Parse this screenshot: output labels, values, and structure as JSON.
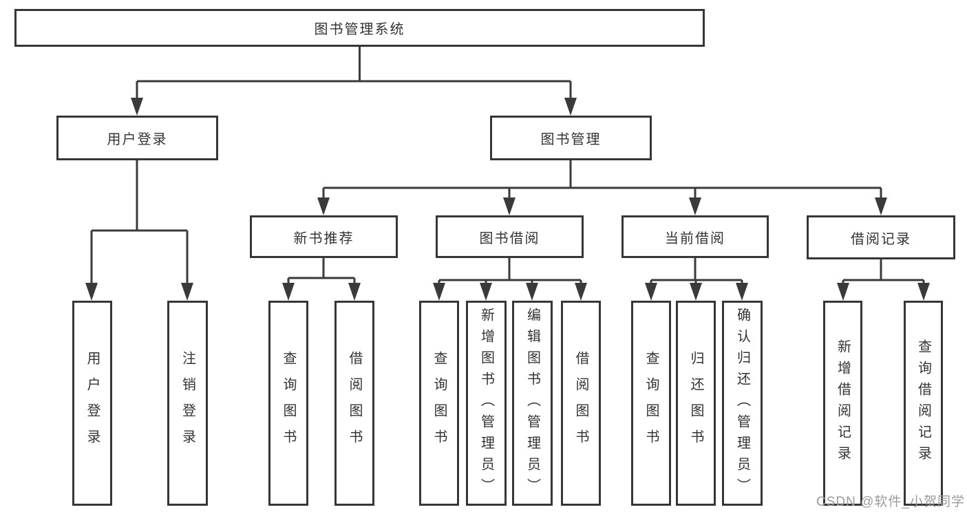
{
  "colors": {
    "background": "#ffffff",
    "box_border": "#363636",
    "connector_line": "#3a3a3a",
    "text": "#333333",
    "watermark": "#9b9b9b"
  },
  "watermark": {
    "text": "CSDN @软件_小贺同学"
  },
  "tree": {
    "root": {
      "label": "图书管理系统",
      "children": [
        {
          "label": "用户登录",
          "children": [
            {
              "label": "用户登录"
            },
            {
              "label": "注销登录"
            }
          ]
        },
        {
          "label": "图书管理",
          "children": [
            {
              "label": "新书推荐",
              "children": [
                {
                  "label": "查询图书"
                },
                {
                  "label": "借阅图书"
                }
              ]
            },
            {
              "label": "图书借阅",
              "children": [
                {
                  "label": "查询图书"
                },
                {
                  "label": "新增图书（管理员）"
                },
                {
                  "label": "编辑图书（管理员）"
                },
                {
                  "label": "借阅图书"
                }
              ]
            },
            {
              "label": "当前借阅",
              "children": [
                {
                  "label": "查询图书"
                },
                {
                  "label": "归还图书"
                },
                {
                  "label": "确认归还（管理员）"
                }
              ]
            },
            {
              "label": "借阅记录",
              "children": [
                {
                  "label": "新增借阅记录"
                },
                {
                  "label": "查询借阅记录"
                }
              ]
            }
          ]
        }
      ]
    }
  }
}
